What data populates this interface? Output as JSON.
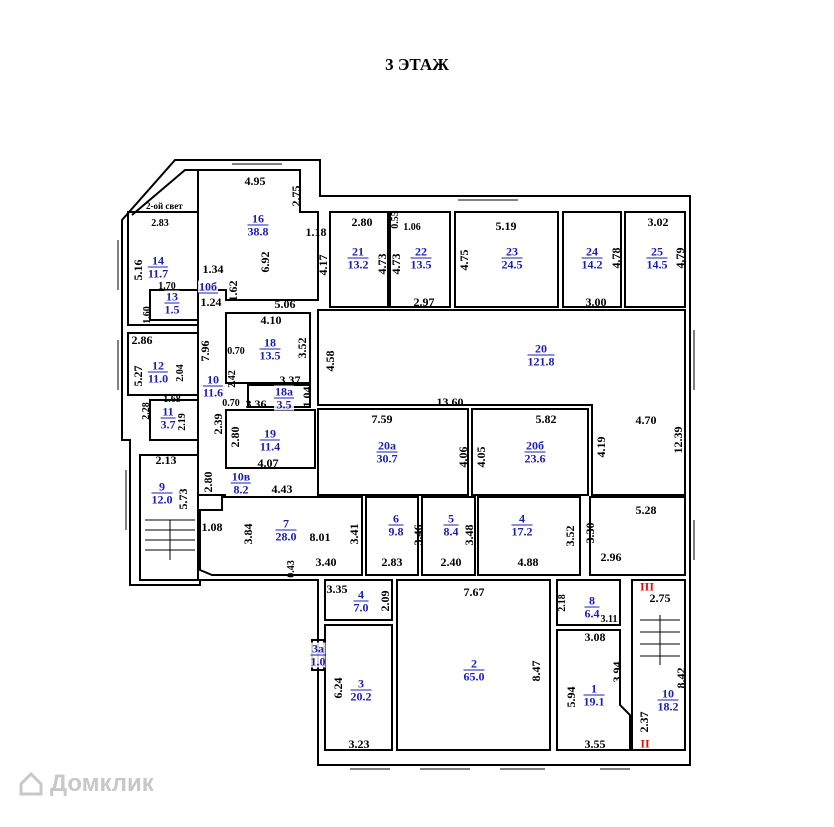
{
  "title": "3 ЭТАЖ",
  "note": "2-ой свет",
  "watermark": "Домклик",
  "colors": {
    "room_label": "#1c1cb4",
    "stair_mark": "#e01010",
    "walls": "#000000"
  },
  "stair_marks": [
    "III",
    "II"
  ],
  "rooms": [
    {
      "num": "16",
      "area": "38.8"
    },
    {
      "num": "10б",
      "area": ""
    },
    {
      "num": "14",
      "area": "11.7"
    },
    {
      "num": "13",
      "area": "1.5"
    },
    {
      "num": "12",
      "area": "11.0"
    },
    {
      "num": "11",
      "area": "3.7"
    },
    {
      "num": "10",
      "area": "11.6"
    },
    {
      "num": "18",
      "area": "13.5"
    },
    {
      "num": "18а",
      "area": "3.5"
    },
    {
      "num": "19",
      "area": "11.4"
    },
    {
      "num": "10в",
      "area": "8.2"
    },
    {
      "num": "9",
      "area": "12.0"
    },
    {
      "num": "7",
      "area": "28.0"
    },
    {
      "num": "6",
      "area": "9.8"
    },
    {
      "num": "5",
      "area": "8.4"
    },
    {
      "num": "4",
      "area": "17.2"
    },
    {
      "num": "20а",
      "area": "30.7"
    },
    {
      "num": "20б",
      "area": "23.6"
    },
    {
      "num": "20",
      "area": "121.8"
    },
    {
      "num": "21",
      "area": "13.2"
    },
    {
      "num": "22",
      "area": "13.5"
    },
    {
      "num": "23",
      "area": "24.5"
    },
    {
      "num": "24",
      "area": "14.2"
    },
    {
      "num": "25",
      "area": "14.5"
    },
    {
      "num": "4",
      "area": "7.0"
    },
    {
      "num": "3а",
      "area": "1.0"
    },
    {
      "num": "3",
      "area": "20.2"
    },
    {
      "num": "2",
      "area": "65.0"
    },
    {
      "num": "8",
      "area": "6.4"
    },
    {
      "num": "1",
      "area": "19.1"
    },
    {
      "num": "10",
      "area": "18.2"
    }
  ],
  "dimensions": [
    "4.95",
    "2.75",
    "1.18",
    "6.92",
    "4.17",
    "1.34",
    "1.62",
    "1.24",
    "5.06",
    "2.83",
    "5.16",
    "1.70",
    "1.60",
    "2.80",
    "0.55",
    "1.06",
    "4.73",
    "4.73",
    "4.75",
    "5.19",
    "4.78",
    "3.02",
    "4.79",
    "2.97",
    "3.00",
    "4.10",
    "3.52",
    "4.58",
    "2.86",
    "5.27",
    "2.04",
    "7.96",
    "0.70",
    "2.42",
    "3.37",
    "1.04",
    "1.68",
    "0.70",
    "3.36",
    "2.28",
    "2.19",
    "2.39",
    "13.60",
    "7.59",
    "5.82",
    "2.80",
    "4.07",
    "4.06",
    "4.05",
    "4.19",
    "4.70",
    "12.39",
    "2.13",
    "2.80",
    "4.43",
    "5.73",
    "5.28",
    "1.08",
    "3.84",
    "8.01",
    "3.41",
    "3.46",
    "3.48",
    "3.52",
    "3.30",
    "3.40",
    "2.83",
    "0.43",
    "2.40",
    "4.88",
    "2.96",
    "3.35",
    "2.09",
    "7.67",
    "2.18",
    "3.11",
    "2.75",
    "3.08",
    "3.94",
    "8.47",
    "6.24",
    "5.94",
    "8.42",
    "2.37",
    "3.23",
    "3.55"
  ]
}
